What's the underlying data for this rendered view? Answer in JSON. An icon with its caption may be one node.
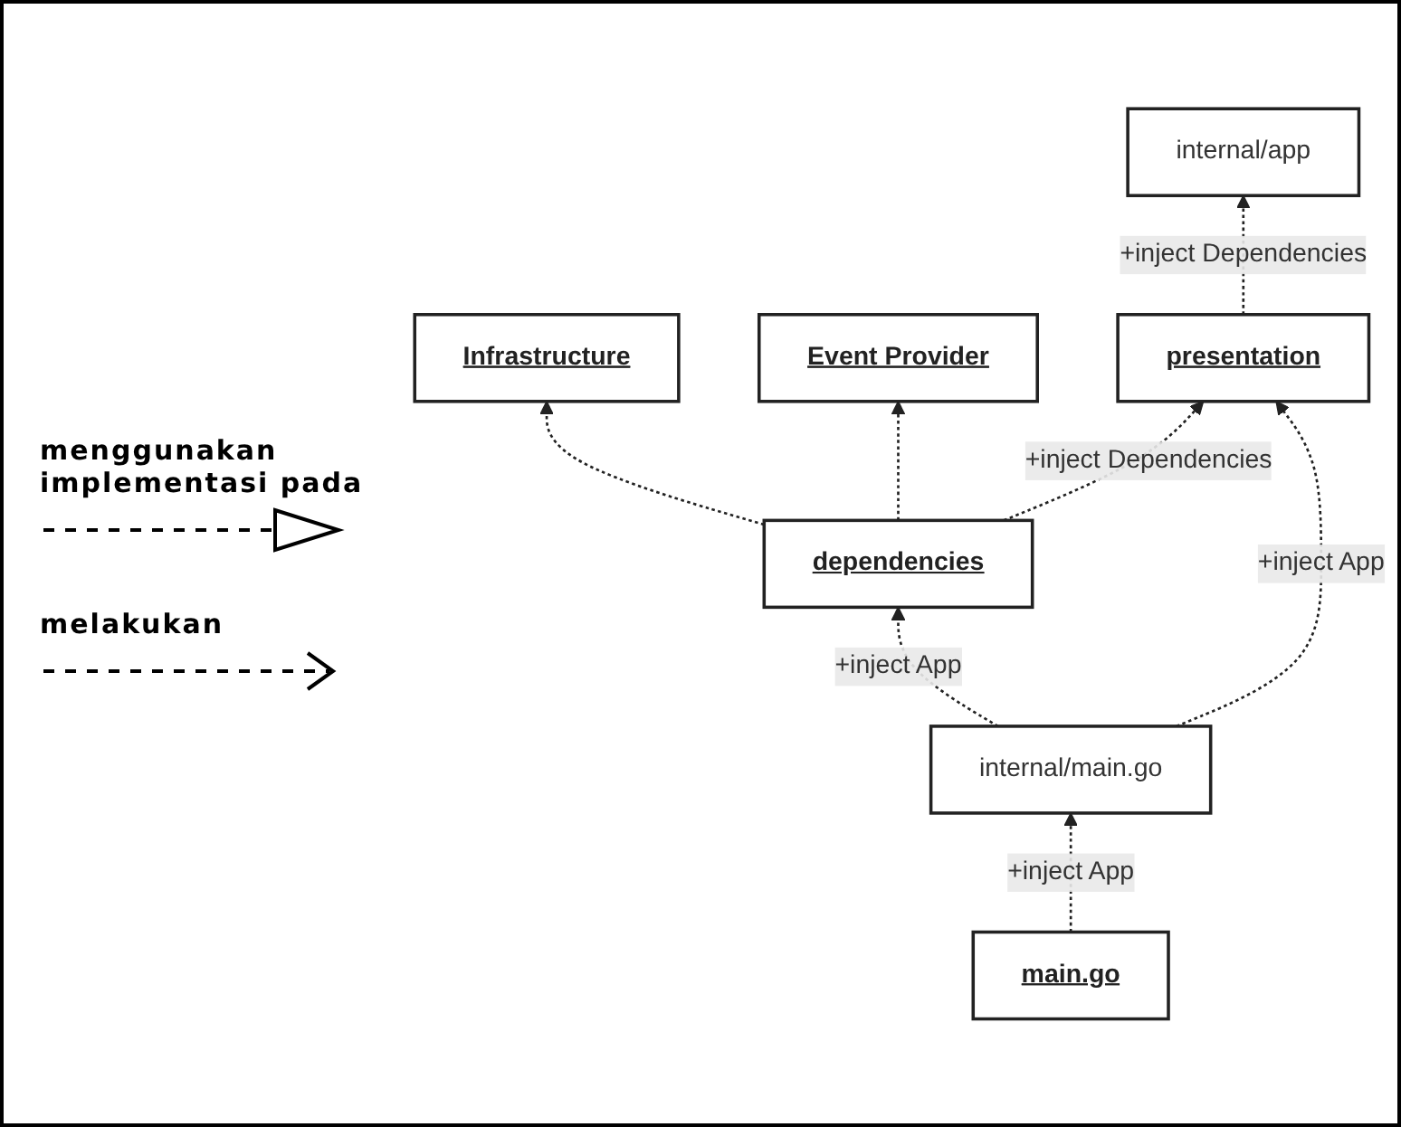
{
  "diagram": {
    "nodes": [
      {
        "text": [
          "Infrastructure"
        ]
      },
      {
        "text": [
          "Event Provider"
        ]
      },
      {
        "text": [
          "internal/app"
        ]
      },
      {
        "text": [
          "dependencies"
        ]
      },
      {
        "text": [
          "presentation"
        ]
      },
      {
        "text": [
          "internal/main.go"
        ]
      },
      {
        "text": [
          "main.go"
        ]
      }
    ],
    "edges": [
      {
        "from": 3,
        "to": 0,
        "arrow": "to",
        "style": "dashed"
      },
      {
        "from": 3,
        "to": 1,
        "arrow": "to",
        "style": "dashed"
      },
      {
        "from": 3,
        "to": 4,
        "arrow": "to",
        "style": "dashed",
        "label": "+inject Dependencies"
      },
      {
        "from": 4,
        "to": 2,
        "arrow": "to",
        "style": "dashed",
        "label": "+inject Dependencies"
      },
      {
        "from": 5,
        "to": 3,
        "arrow": "to",
        "style": "dashed",
        "label": "+inject App"
      },
      {
        "from": 5,
        "to": 4,
        "arrow": "to",
        "style": "dashed",
        "label": "+inject App"
      },
      {
        "from": 6,
        "to": 5,
        "arrow": "to",
        "style": "dashed",
        "label": "+inject App"
      }
    ],
    "legend": [
      {
        "text": "menggunakan implementasi pada"
      },
      {
        "text": "melakukan"
      }
    ]
  }
}
